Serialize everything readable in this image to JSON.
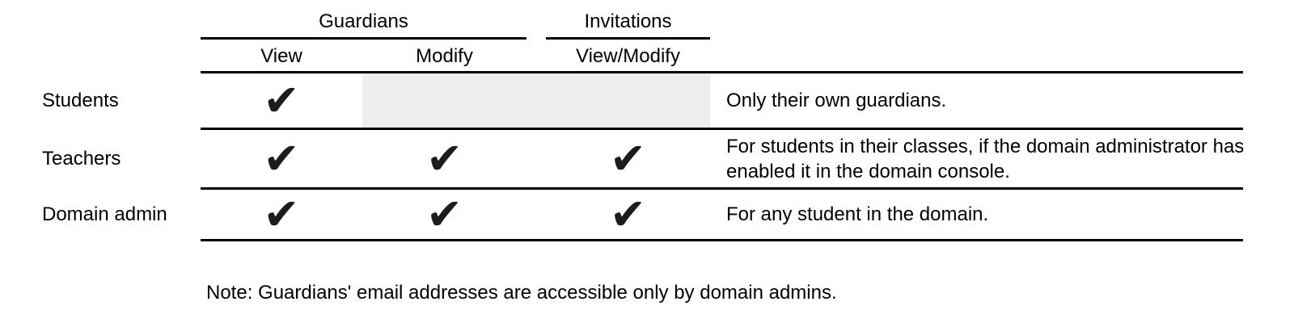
{
  "colors": {
    "text": "#000000",
    "line": "#000000",
    "disabled_cell_bg": "#eeeeee",
    "check": "#1c1c1c",
    "background": "#ffffff"
  },
  "table": {
    "column_groups": [
      {
        "label": "Guardians"
      },
      {
        "label": "Invitations"
      }
    ],
    "sub_headers": [
      "View",
      "Modify",
      "View/Modify"
    ],
    "check_glyph": "✔",
    "rows": [
      {
        "label": "Students",
        "cells": [
          "✔",
          "",
          ""
        ],
        "grayed_out_cells": [
          "Modify",
          "View/Modify"
        ],
        "note": "Only their own guardians."
      },
      {
        "label": "Teachers",
        "cells": [
          "✔",
          "✔",
          "✔"
        ],
        "grayed_out_cells": [],
        "note": "For students in their classes, if the domain administrator has enabled it in the domain console."
      },
      {
        "label": "Domain admin",
        "cells": [
          "✔",
          "✔",
          "✔"
        ],
        "grayed_out_cells": [],
        "note": "For any student in the domain."
      }
    ]
  },
  "footnote": "Note: Guardians' email addresses are accessible only by domain admins."
}
